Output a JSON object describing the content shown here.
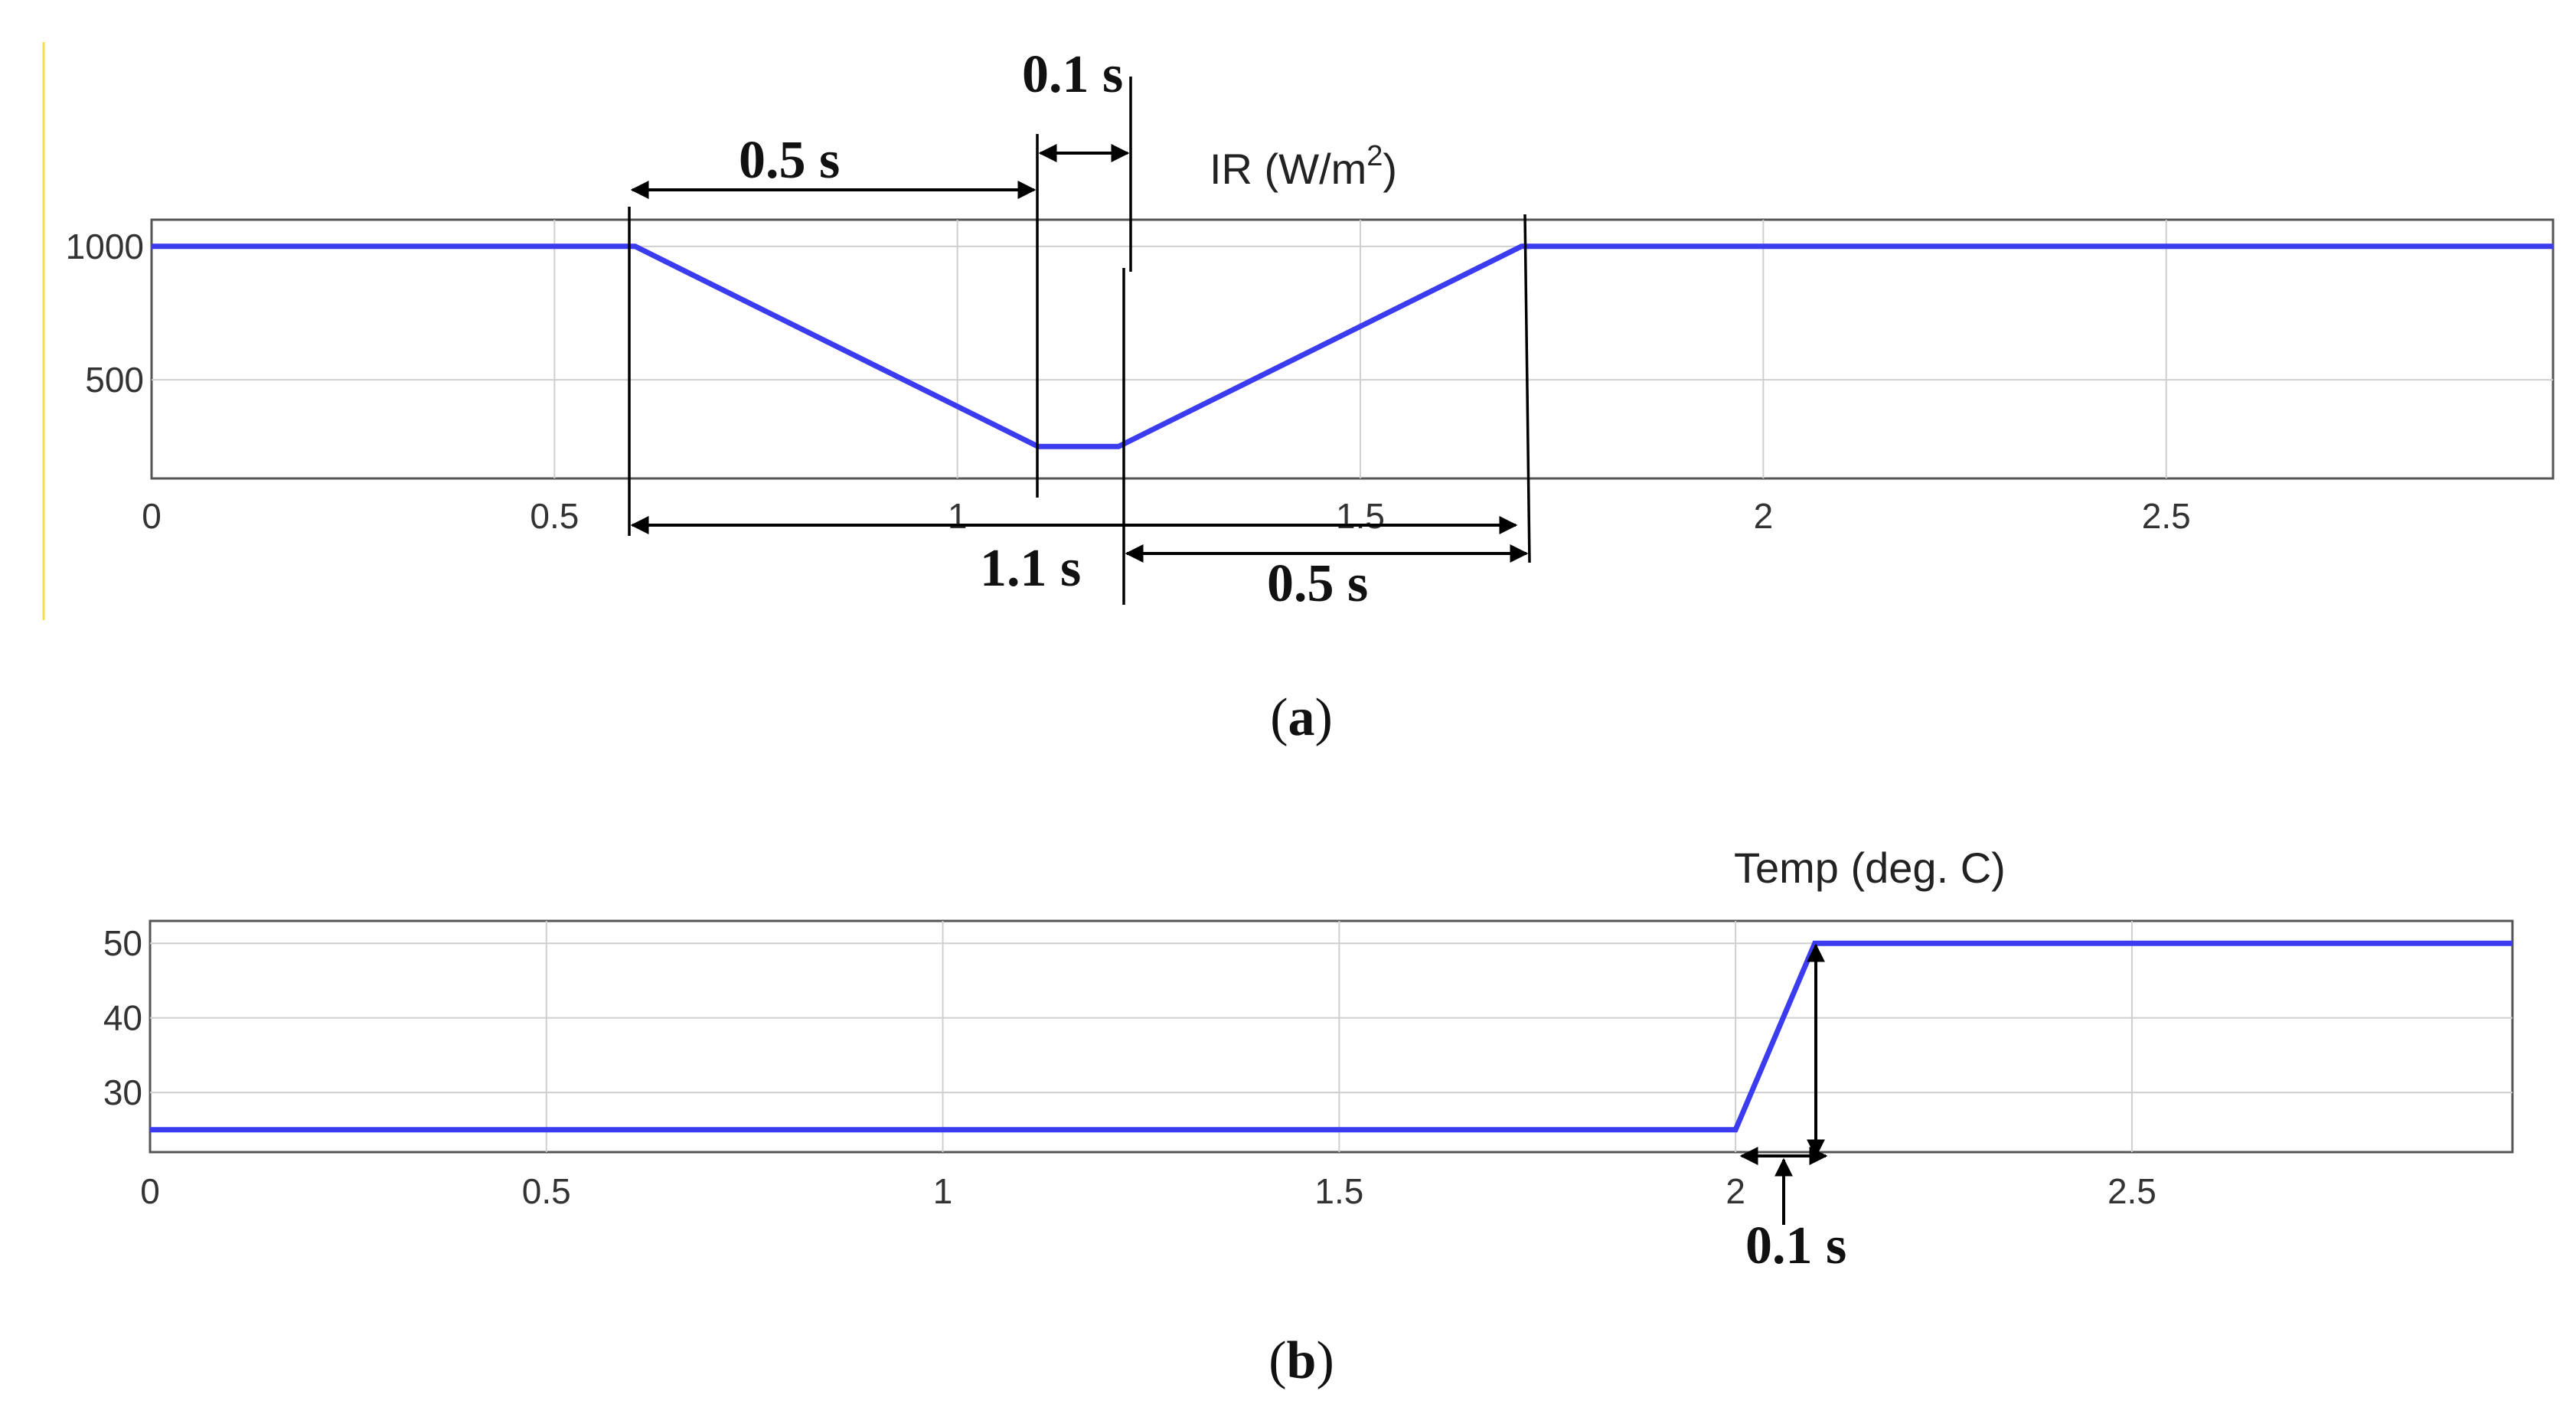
{
  "chart_data": [
    {
      "id": "a",
      "type": "line",
      "title": "IR (W/m²)",
      "title_parts": {
        "prefix": "IR (W/m",
        "sup": "2",
        "suffix": ")"
      },
      "xlim": [
        0,
        2.98
      ],
      "ylim": [
        130,
        1100
      ],
      "grid": true,
      "xticks": [
        0,
        0.5,
        1,
        1.5,
        2,
        2.5
      ],
      "xtick_labels": [
        "0",
        "0.5",
        "1",
        "1.5",
        "2",
        "2.5"
      ],
      "yticks": [
        500,
        1000
      ],
      "ytick_labels": [
        "500",
        "1000"
      ],
      "series": [
        {
          "color": "#3b3bf0",
          "x": [
            0,
            0.6,
            1.1,
            1.2,
            1.7,
            2.98
          ],
          "y": [
            1000,
            1000,
            250,
            250,
            1000,
            1000
          ]
        }
      ],
      "annotations": [
        "0.5 s",
        "0.1 s",
        "1.1 s",
        "0.5 s"
      ],
      "caption": "a"
    },
    {
      "id": "b",
      "type": "line",
      "title": "Temp (deg. C)",
      "xlim": [
        0,
        2.98
      ],
      "ylim": [
        22,
        53
      ],
      "grid": true,
      "xticks": [
        0,
        0.5,
        1,
        1.5,
        2,
        2.5
      ],
      "xtick_labels": [
        "0",
        "0.5",
        "1",
        "1.5",
        "2",
        "2.5"
      ],
      "yticks": [
        30,
        40,
        50
      ],
      "ytick_labels": [
        "30",
        "40",
        "50"
      ],
      "series": [
        {
          "color": "#3b3bf0",
          "x": [
            0,
            2,
            2.1,
            2.98
          ],
          "y": [
            25,
            25,
            50,
            50
          ]
        }
      ],
      "annotations": [
        "0.1 s"
      ],
      "caption": "b"
    }
  ]
}
